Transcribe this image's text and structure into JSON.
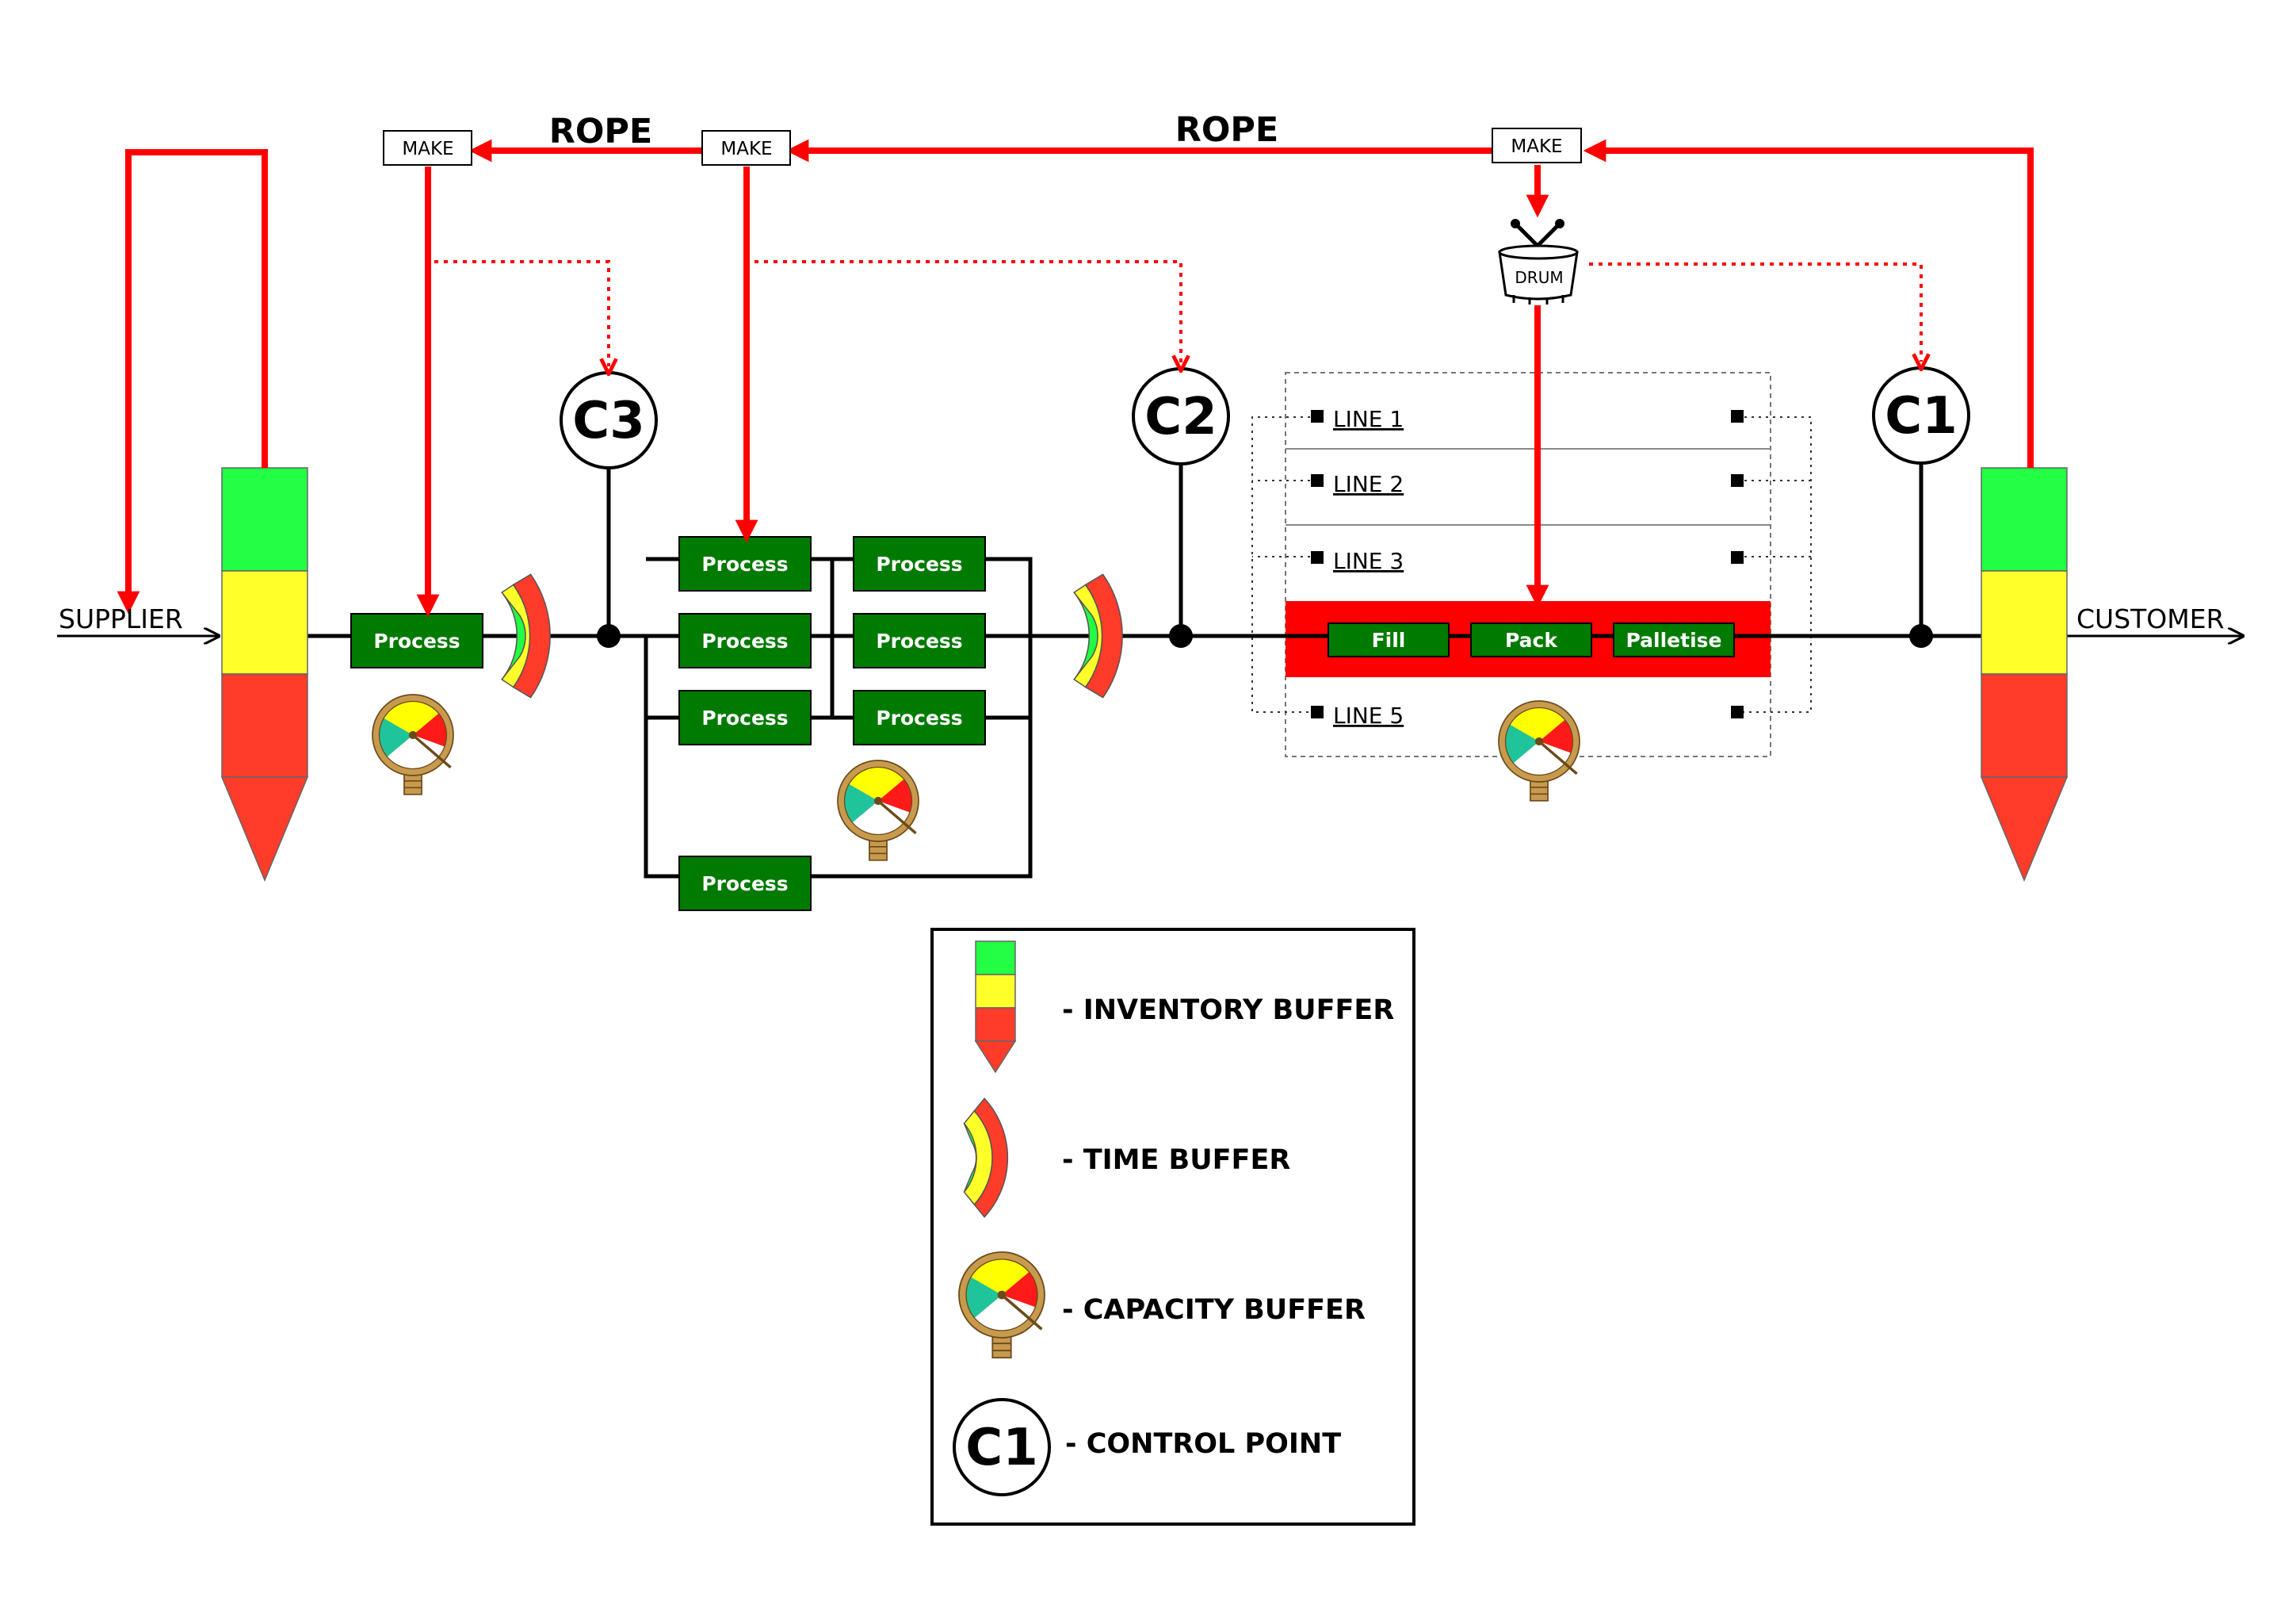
{
  "endpoints": {
    "supplier": "SUPPLIER",
    "customer": "CUSTOMER"
  },
  "rope_labels": [
    "ROPE",
    "ROPE"
  ],
  "make_labels": [
    "MAKE",
    "MAKE",
    "MAKE"
  ],
  "drum_label": "DRUM",
  "control_points": [
    "C3",
    "C2",
    "C1"
  ],
  "process_label": "Process",
  "drum_steps": [
    "Fill",
    "Pack",
    "Palletise"
  ],
  "lines": [
    "LINE 1",
    "LINE 2",
    "LINE 3",
    "LINE 5"
  ],
  "legend": {
    "inventory_buffer": "- INVENTORY BUFFER",
    "time_buffer": "- TIME BUFFER",
    "capacity_buffer": "- CAPACITY BUFFER",
    "control_point": "- CONTROL POINT",
    "control_point_symbol": "C1"
  },
  "colors": {
    "rope": "#ff0000",
    "process": "#007a00",
    "buffer_green": "#22ff44",
    "buffer_yellow": "#ffff2a",
    "buffer_red": "#ff3b2a",
    "gauge_teal": "#1fc49a",
    "gauge_rim": "#c89a4e"
  }
}
